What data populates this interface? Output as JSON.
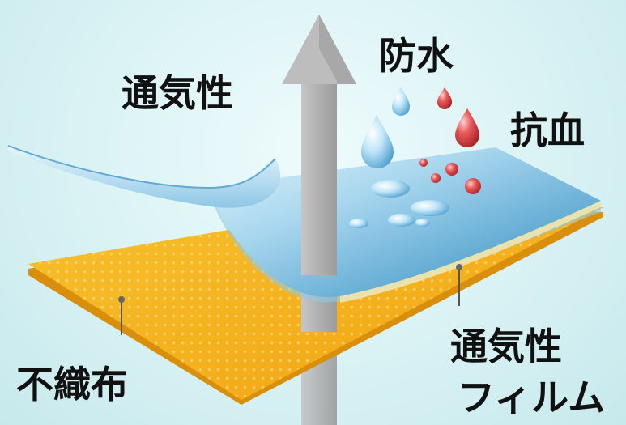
{
  "labels": {
    "breathable_top": "通気性",
    "waterproof": "防水",
    "anti_blood": "抗血",
    "nonwoven": "不織布",
    "film_line1": "通気性",
    "film_line2": "フィルム"
  },
  "colors": {
    "background": "#d6f1f3",
    "film_light": "#bfe4f2",
    "film_dark": "#3f8fbe",
    "nonwoven_fabric": "#f6b21c",
    "arrow": "#b3b3b3",
    "water_drop": "#9fd4f0",
    "blood_drop": "#d9343a",
    "text": "#111111"
  },
  "icons": {
    "arrow": "upward-arrow-icon",
    "water_drop": "water-drop-icon",
    "blood_drop": "blood-drop-icon"
  }
}
